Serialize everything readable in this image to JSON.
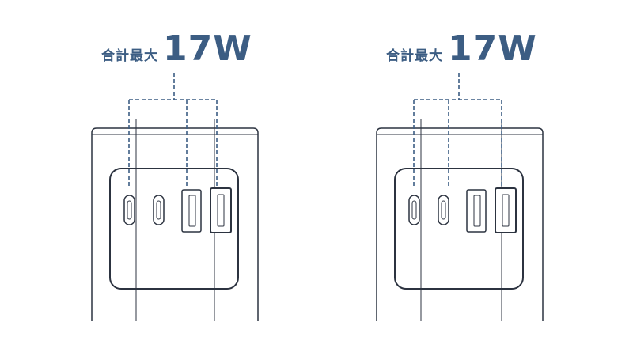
{
  "diagrams": [
    {
      "label_prefix": "合計最大",
      "label_value": "17W"
    },
    {
      "label_prefix": "合計最大",
      "label_value": "17W"
    }
  ],
  "colors": {
    "accent": "#3c5d83",
    "outline": "#2c3340",
    "background": "#ffffff"
  }
}
